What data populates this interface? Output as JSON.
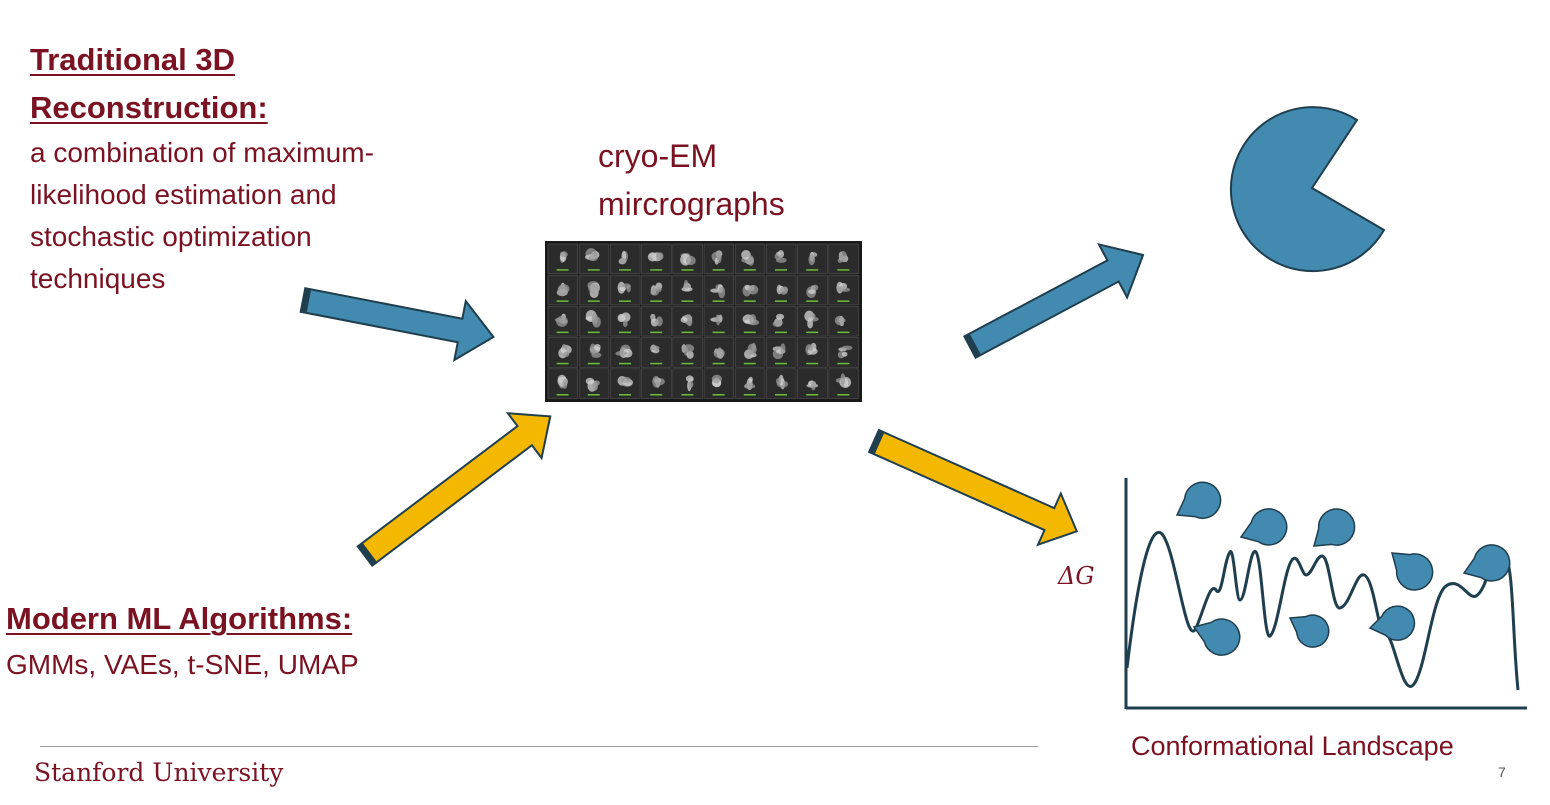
{
  "traditional": {
    "heading_line1": "Traditional 3D",
    "heading_line2": "Reconstruction:",
    "body_lines": [
      "a combination of maximum-",
      "likelihood estimation and",
      "stochastic optimization",
      "techniques"
    ]
  },
  "modern_ml": {
    "heading": "Modern ML Algorithms:",
    "body": "GMMs, VAEs, t-SNE, UMAP"
  },
  "micrographs": {
    "title_line1": "cryo-EM",
    "title_line2": "mircrographs",
    "grid_rows": 5,
    "grid_cols": 10
  },
  "landscape": {
    "y_label": "ΔG",
    "caption": "Conformational Landscape"
  },
  "footer": {
    "institution": "Stanford University",
    "page_number": "7"
  },
  "colors": {
    "blue_arrow": "#428aaf",
    "gold_arrow": "#f5b800",
    "pacman": "#428aaf",
    "outline": "#1f3e4e",
    "text_maroon": "#7a1222"
  }
}
